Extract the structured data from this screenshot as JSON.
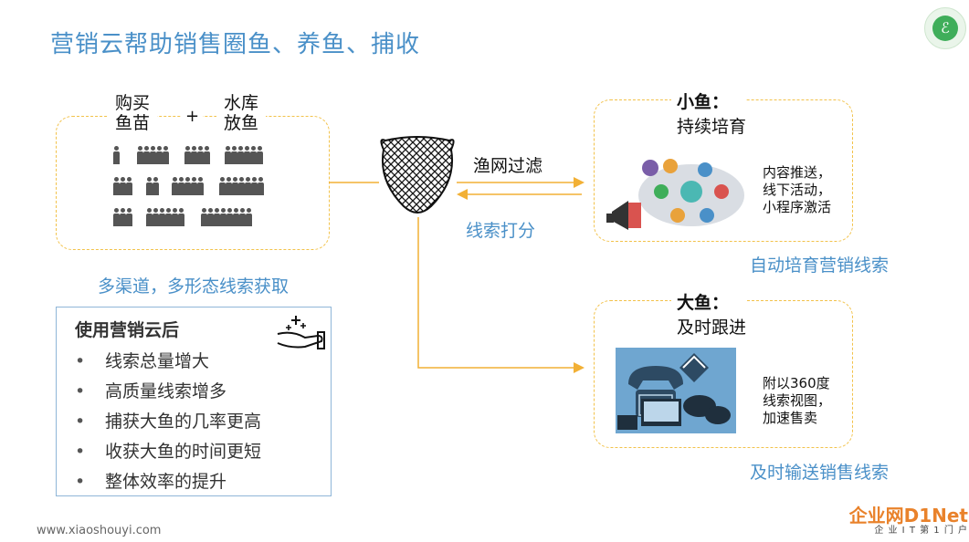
{
  "title": "营销云帮助销售圈鱼、养鱼、捕收",
  "fry": {
    "line1": "购买",
    "line2": "鱼苗"
  },
  "plus": "+",
  "reservoir": {
    "line1": "水库",
    "line2": "放鱼"
  },
  "channel_caption": "多渠道，多形态线索获取",
  "net_filter": "渔网过滤",
  "lead_score": "线索打分",
  "after_panel": {
    "title": "使用营销云后",
    "items": [
      "线索总量增大",
      "高质量线索增多",
      "捕获大鱼的几率更高",
      "收获大鱼的时间更短",
      "整体效率的提升"
    ]
  },
  "small_fish": {
    "title": "小鱼：",
    "subtitle": "持续培育",
    "desc": [
      "内容推送，",
      "线下活动，",
      "小程序激活"
    ],
    "caption": "自动培育营销线索"
  },
  "big_fish": {
    "title": "大鱼：",
    "subtitle": "及时跟进",
    "desc": [
      "附以360度",
      "线索视图，",
      "加速售卖"
    ],
    "caption": "及时输送销售线索"
  },
  "footer_url": "www.xiaoshouyi.com",
  "watermark": {
    "main": "企业网D1Net",
    "sub": "企 业 I T 第 1 门 户"
  },
  "colors": {
    "accent_blue": "#4a90c8",
    "dash_yellow": "#f2c24a",
    "arrow_yellow": "#f2b035",
    "box_blue": "#8fb6d8"
  }
}
